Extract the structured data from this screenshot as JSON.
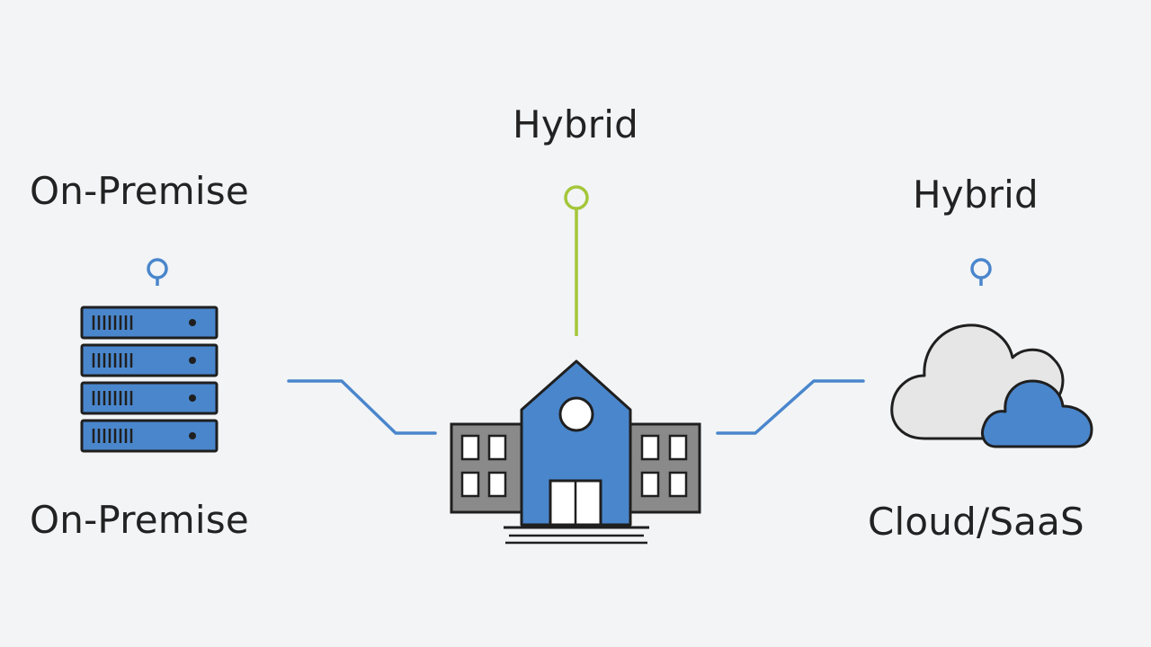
{
  "labels": {
    "hybrid_top": "Hybrid",
    "left_top": "On-Premise",
    "left_bottom": "On-Premise",
    "right_top": "Hybrid",
    "right_bottom": "Cloud/SaaS"
  },
  "icons": {
    "server": "server-stack-icon",
    "building": "school-building-icon",
    "cloud": "cloud-icon",
    "pin_left": "location-pin-icon",
    "pin_right": "location-pin-icon",
    "pin_center": "antenna-pin-icon"
  },
  "colors": {
    "background": "#f2f4f6",
    "primary_blue": "#4a86cc",
    "accent_green": "#a4c639",
    "outline": "#1f1f1f",
    "gray_wing": "#8a8a8a",
    "cloud_light": "#e6e6e6"
  }
}
